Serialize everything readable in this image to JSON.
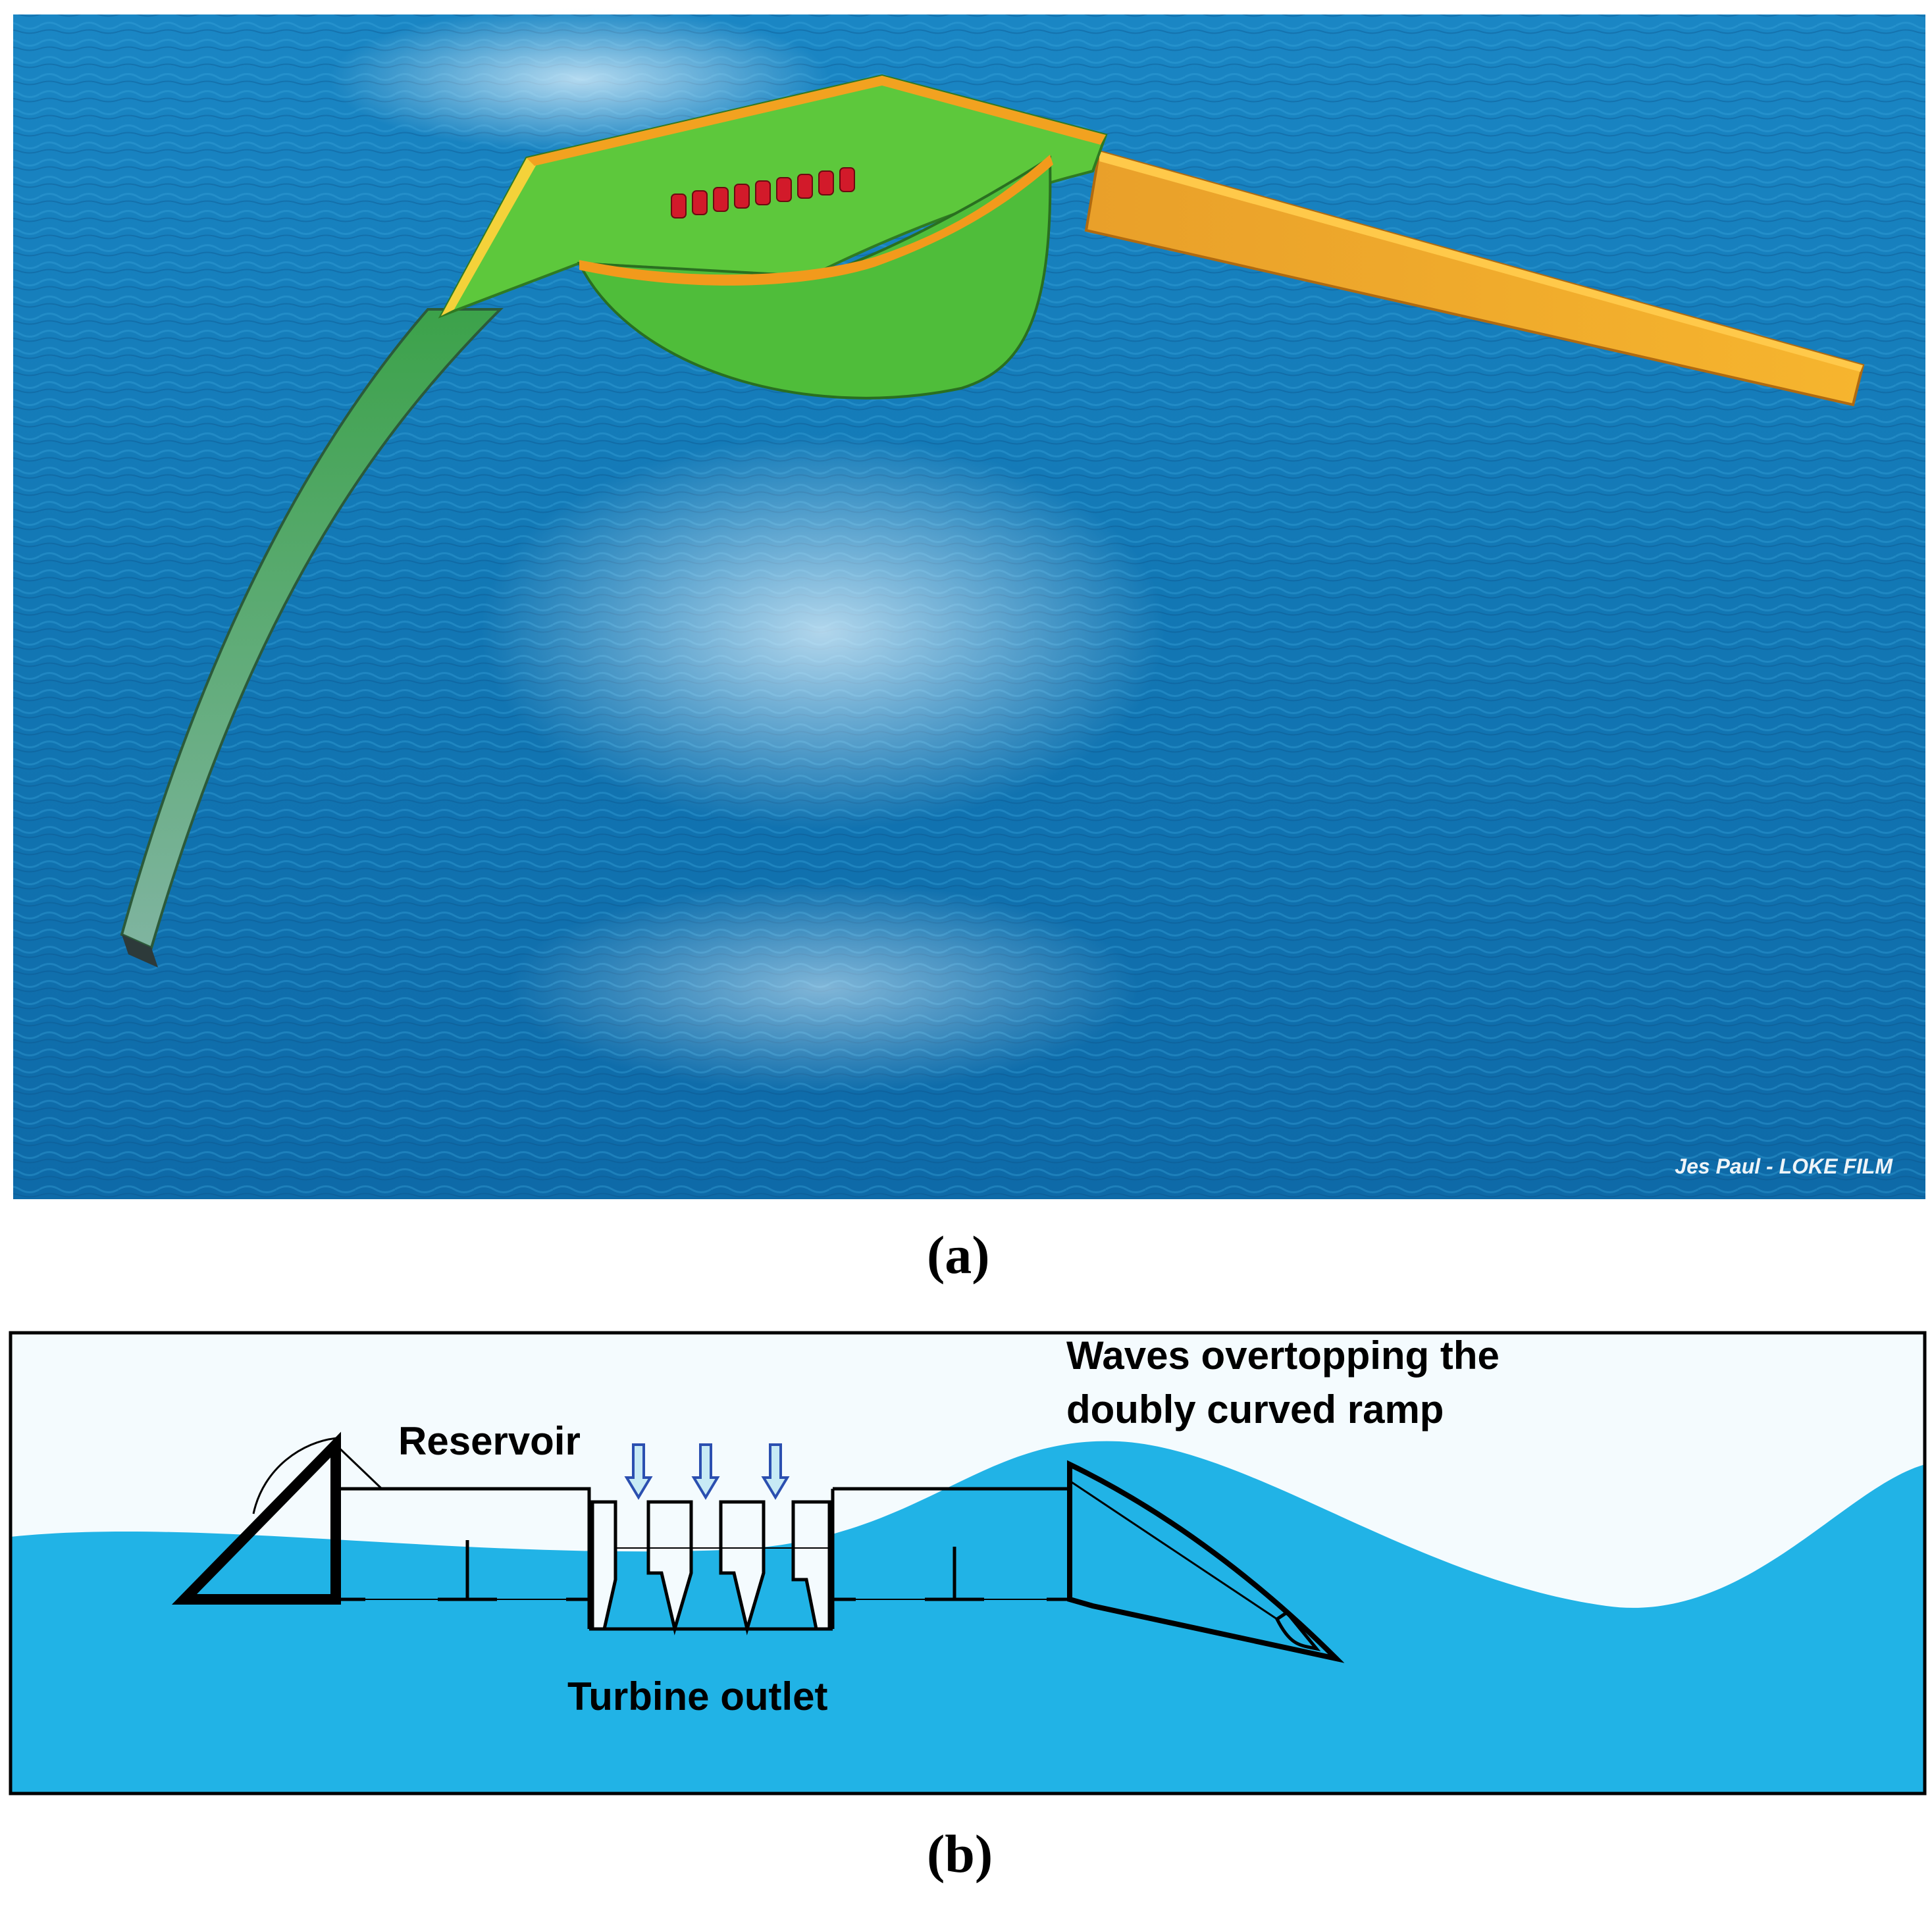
{
  "panel_a": {
    "caption": "(a)",
    "credit": "Jes Paul - LOKE FILM",
    "colors": {
      "sea_dark": "#0b5e9c",
      "sea_light": "#1f96cf",
      "structure_green": "#5dc83c",
      "structure_orange": "#f29a1c",
      "turbines": "#d21a2a"
    }
  },
  "panel_b": {
    "caption": "(b)",
    "labels": {
      "reservoir": "Reservoir",
      "turbine_outlet": "Turbine outlet",
      "waves_line1": "Waves overtopping the",
      "waves_line2": "doubly curved ramp"
    },
    "arrow_count": 3,
    "colors": {
      "water": "#21b3e6",
      "sky": "#f4fbfe",
      "outline": "#000000",
      "arrow": "#c7eaf5",
      "arrow_stroke": "#2b4fb0"
    }
  }
}
